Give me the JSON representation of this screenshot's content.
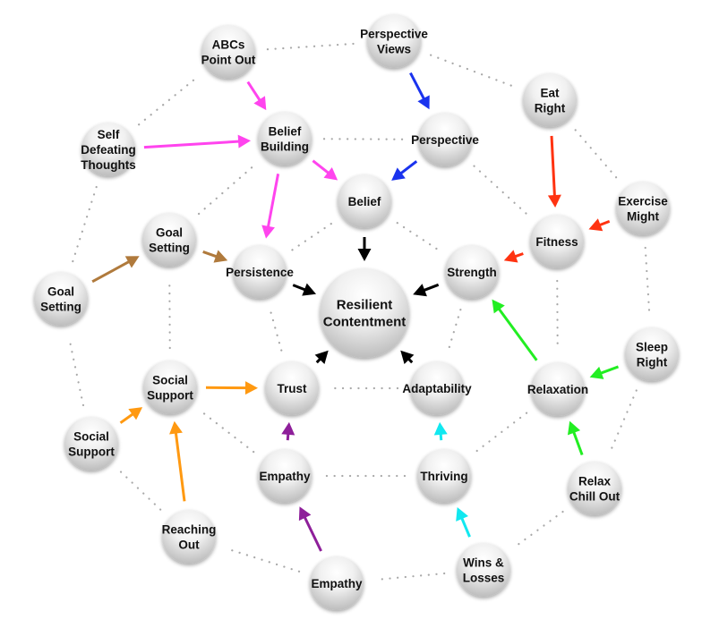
{
  "diagram": {
    "title": "Resilient Contentment",
    "center_node": {
      "id": "resilient",
      "lines": [
        "Resilient",
        "Contentment"
      ]
    },
    "nodes": [
      {
        "id": "abcs",
        "lines": [
          "ABCs",
          "Point Out"
        ]
      },
      {
        "id": "pviews",
        "lines": [
          "Perspective",
          "Views"
        ]
      },
      {
        "id": "eat",
        "lines": [
          "Eat",
          "Right"
        ]
      },
      {
        "id": "selfdef",
        "lines": [
          "Self",
          "Defeating",
          "Thoughts"
        ]
      },
      {
        "id": "bbuild",
        "lines": [
          "Belief",
          "Building"
        ]
      },
      {
        "id": "persp",
        "lines": [
          "Perspective"
        ]
      },
      {
        "id": "belief",
        "lines": [
          "Belief"
        ]
      },
      {
        "id": "exercise",
        "lines": [
          "Exercise",
          "Might"
        ]
      },
      {
        "id": "goal_in",
        "lines": [
          "Goal",
          "Setting"
        ]
      },
      {
        "id": "fitness",
        "lines": [
          "Fitness"
        ]
      },
      {
        "id": "persist",
        "lines": [
          "Persistence"
        ]
      },
      {
        "id": "strength",
        "lines": [
          "Strength"
        ]
      },
      {
        "id": "goal_out",
        "lines": [
          "Goal",
          "Setting"
        ]
      },
      {
        "id": "sleep",
        "lines": [
          "Sleep",
          "Right"
        ]
      },
      {
        "id": "social_in",
        "lines": [
          "Social",
          "Support"
        ]
      },
      {
        "id": "trust",
        "lines": [
          "Trust"
        ]
      },
      {
        "id": "adapt",
        "lines": [
          "Adaptability"
        ]
      },
      {
        "id": "relax",
        "lines": [
          "Relaxation"
        ]
      },
      {
        "id": "social_out",
        "lines": [
          "Social",
          "Support"
        ]
      },
      {
        "id": "empathy_in",
        "lines": [
          "Empathy"
        ]
      },
      {
        "id": "thriving",
        "lines": [
          "Thriving"
        ]
      },
      {
        "id": "chill",
        "lines": [
          "Relax",
          "Chill Out"
        ]
      },
      {
        "id": "reaching",
        "lines": [
          "Reaching",
          "Out"
        ]
      },
      {
        "id": "empathy_out",
        "lines": [
          "Empathy"
        ]
      },
      {
        "id": "wins",
        "lines": [
          "Wins &",
          "Losses"
        ]
      }
    ],
    "colors": {
      "belief_group": "#ff44ee",
      "perspective_group": "#1a33ee",
      "fitness_group": "#ff3311",
      "goal_group": "#b07a3c",
      "social_group": "#ff9911",
      "empathy_group": "#8e1f9a",
      "thriving_group": "#11e8f0",
      "relax_group": "#22ee22",
      "core": "#000000",
      "dotted": "#a8a8a8"
    },
    "arrows": [
      {
        "from": "abcs",
        "to": "bbuild",
        "group": "belief_group"
      },
      {
        "from": "selfdef",
        "to": "bbuild",
        "group": "belief_group"
      },
      {
        "from": "bbuild",
        "to": "belief",
        "group": "belief_group"
      },
      {
        "from": "bbuild",
        "to": "persist",
        "group": "belief_group"
      },
      {
        "from": "pviews",
        "to": "persp",
        "group": "perspective_group"
      },
      {
        "from": "persp",
        "to": "belief",
        "group": "perspective_group"
      },
      {
        "from": "eat",
        "to": "fitness",
        "group": "fitness_group"
      },
      {
        "from": "exercise",
        "to": "fitness",
        "group": "fitness_group"
      },
      {
        "from": "fitness",
        "to": "strength",
        "group": "fitness_group"
      },
      {
        "from": "goal_out",
        "to": "goal_in",
        "group": "goal_group"
      },
      {
        "from": "goal_in",
        "to": "persist",
        "group": "goal_group"
      },
      {
        "from": "social_out",
        "to": "social_in",
        "group": "social_group"
      },
      {
        "from": "reaching",
        "to": "social_in",
        "group": "social_group"
      },
      {
        "from": "social_in",
        "to": "trust",
        "group": "social_group"
      },
      {
        "from": "empathy_out",
        "to": "empathy_in",
        "group": "empathy_group"
      },
      {
        "from": "empathy_in",
        "to": "trust",
        "group": "empathy_group"
      },
      {
        "from": "wins",
        "to": "thriving",
        "group": "thriving_group"
      },
      {
        "from": "thriving",
        "to": "adapt",
        "group": "thriving_group"
      },
      {
        "from": "sleep",
        "to": "relax",
        "group": "relax_group"
      },
      {
        "from": "chill",
        "to": "relax",
        "group": "relax_group"
      },
      {
        "from": "relax",
        "to": "strength",
        "group": "relax_group"
      },
      {
        "from": "belief",
        "to": "resilient",
        "group": "core"
      },
      {
        "from": "persist",
        "to": "resilient",
        "group": "core"
      },
      {
        "from": "strength",
        "to": "resilient",
        "group": "core"
      },
      {
        "from": "trust",
        "to": "resilient",
        "group": "core"
      },
      {
        "from": "adapt",
        "to": "resilient",
        "group": "core"
      }
    ],
    "dotted_links": [
      [
        "abcs",
        "pviews"
      ],
      [
        "pviews",
        "eat"
      ],
      [
        "eat",
        "exercise"
      ],
      [
        "exercise",
        "sleep"
      ],
      [
        "sleep",
        "chill"
      ],
      [
        "chill",
        "wins"
      ],
      [
        "wins",
        "empathy_out"
      ],
      [
        "empathy_out",
        "reaching"
      ],
      [
        "reaching",
        "social_out"
      ],
      [
        "social_out",
        "goal_out"
      ],
      [
        "goal_out",
        "selfdef"
      ],
      [
        "selfdef",
        "abcs"
      ],
      [
        "bbuild",
        "persp"
      ],
      [
        "persp",
        "fitness"
      ],
      [
        "fitness",
        "relax"
      ],
      [
        "relax",
        "thriving"
      ],
      [
        "thriving",
        "empathy_in"
      ],
      [
        "empathy_in",
        "social_in"
      ],
      [
        "social_in",
        "goal_in"
      ],
      [
        "goal_in",
        "bbuild"
      ],
      [
        "belief",
        "strength"
      ],
      [
        "strength",
        "adapt"
      ],
      [
        "adapt",
        "trust"
      ],
      [
        "trust",
        "persist"
      ],
      [
        "persist",
        "belief"
      ]
    ]
  }
}
